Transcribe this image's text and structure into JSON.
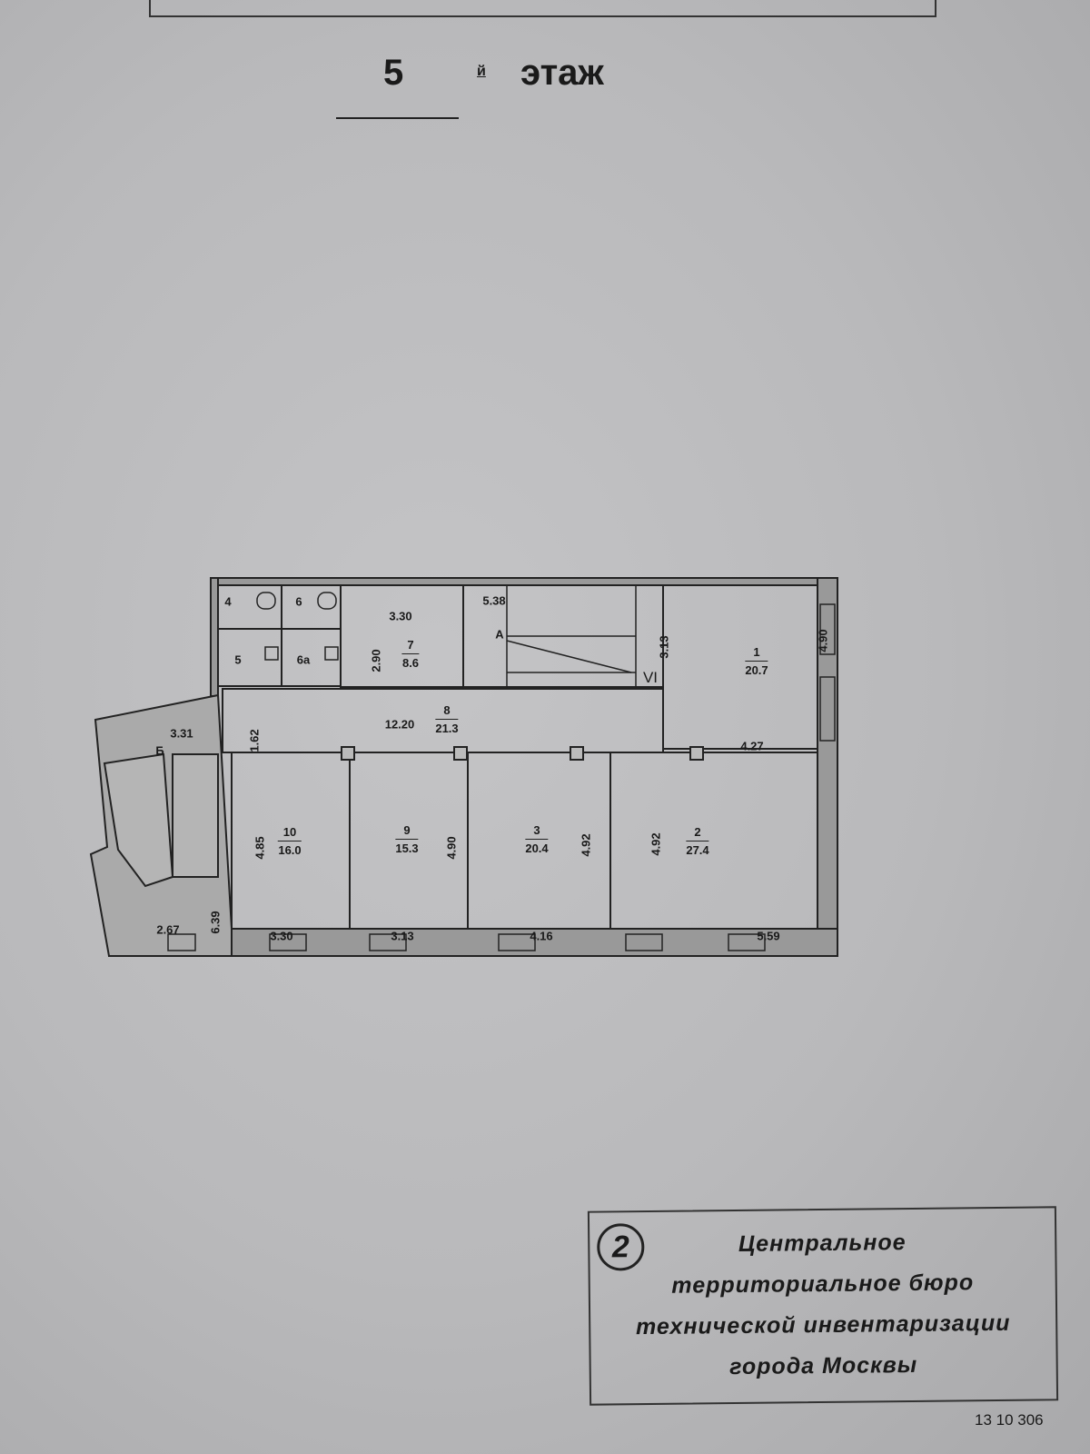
{
  "header": {
    "floor_number": "5",
    "floor_suffix": "й",
    "floor_word": "этаж"
  },
  "plan": {
    "rooms": {
      "r4": "4",
      "r6": "6",
      "r5": "5",
      "r6a": "6а",
      "r7": {
        "number": "7",
        "area": "8.6"
      },
      "r8": {
        "number": "8",
        "area": "21.3"
      },
      "r1": {
        "number": "1",
        "area": "20.7"
      },
      "r10": {
        "number": "10",
        "area": "16.0"
      },
      "r9": {
        "number": "9",
        "area": "15.3"
      },
      "r3": {
        "number": "3",
        "area": "20.4"
      },
      "r2": {
        "number": "2",
        "area": "27.4"
      },
      "stair_a": "А",
      "stair_b": "Б",
      "stair_vi": "VI"
    },
    "dimensions": {
      "d_7_width": "3.30",
      "d_7_height": "2.90",
      "d_corridor_len": "12.20",
      "d_a_width": "5.38",
      "d_a_height": "3.13",
      "d_1_height": "4.90",
      "d_1_width": "4.27",
      "d_b_width": "3.31",
      "d_b_corr": "1.62",
      "d_b_bottom": "2.67",
      "d_b_height": "6.39",
      "d_10_height": "4.85",
      "d_10_width": "3.30",
      "d_9_height": "4.90",
      "d_9_width": "3.13",
      "d_3_height": "4.92",
      "d_3_width": "4.16",
      "d_2_height": "4.92",
      "d_2_width": "5.59"
    }
  },
  "stamp": {
    "badge": "2",
    "lines": [
      "Центральное",
      "территориальное бюро",
      "технической инвентаризации",
      "города Москвы"
    ]
  },
  "document_number": "13 10 306"
}
